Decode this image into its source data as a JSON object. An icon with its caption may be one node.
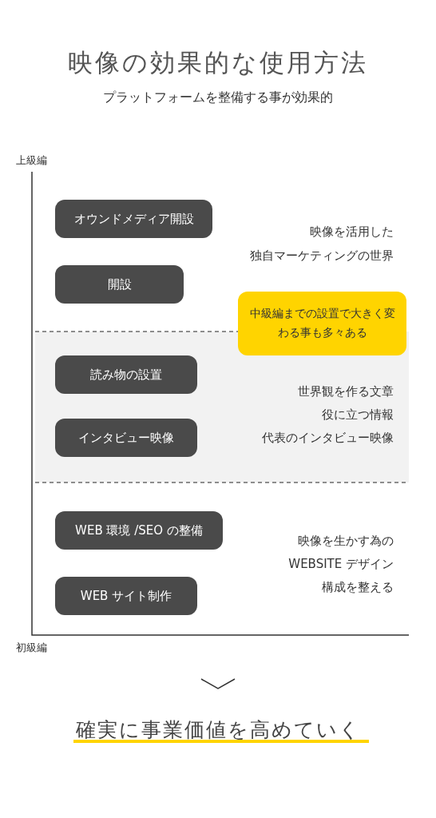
{
  "diagram": {
    "title": "映像の効果的な使用方法",
    "caption": "確実に事業価値を高めていく",
    "nodes": [
      {
        "text": [
          "オウンドメディア開設"
        ]
      },
      {
        "text": [
          "開設"
        ]
      },
      {
        "text": [
          "中級編までの設置で大きく変わる事も多々ある"
        ]
      },
      {
        "text": [
          "読み物の設置"
        ]
      },
      {
        "text": [
          "インタビュー映像"
        ]
      },
      {
        "text": [
          "WEB 環境 /SEO の整備"
        ]
      },
      {
        "text": [
          "WEB サイト制作"
        ]
      }
    ],
    "labels": [
      "プラットフォームを整備する事が効果的",
      "上級編",
      "映像を活用した",
      "独自マーケティングの世界",
      "世界観を作る文章",
      "役に立つ情報",
      "代表のインタビュー映像",
      "映像を生かす為の",
      "WEBSITE デザイン",
      "構成を整える",
      "初級編"
    ]
  }
}
